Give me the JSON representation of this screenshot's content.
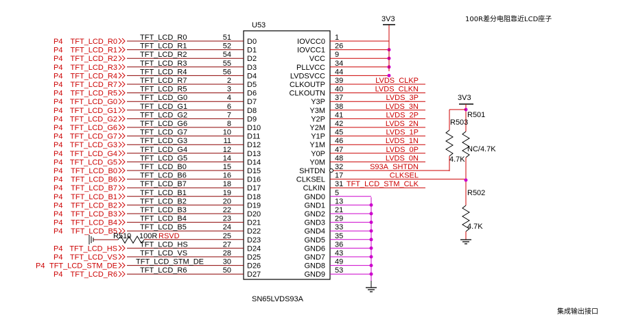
{
  "chip": {
    "ref": "U53",
    "part": "SN65LVDS93A",
    "left_pins": [
      {
        "num": "51",
        "name": "D0",
        "net": "TFT_LCD_R0",
        "port": "P4",
        "label": "TFT_LCD_R0"
      },
      {
        "num": "52",
        "name": "D1",
        "net": "TFT_LCD_R1",
        "port": "P4",
        "label": "TFT_LCD_R1"
      },
      {
        "num": "54",
        "name": "D2",
        "net": "TFT_LCD_R2",
        "port": "P4",
        "label": "TFT_LCD_R2"
      },
      {
        "num": "55",
        "name": "D3",
        "net": "TFT_LCD_R3",
        "port": "P4",
        "label": "TFT_LCD_R3"
      },
      {
        "num": "56",
        "name": "D4",
        "net": "TFT_LCD_R4",
        "port": "P4",
        "label": "TFT_LCD_R4"
      },
      {
        "num": "2",
        "name": "D5",
        "net": "TFT_LCD_R7",
        "port": "P4",
        "label": "TFT_LCD_R7"
      },
      {
        "num": "3",
        "name": "D6",
        "net": "TFT_LCD_R5",
        "port": "P4",
        "label": "TFT_LCD_R5"
      },
      {
        "num": "4",
        "name": "D7",
        "net": "TFT_LCD_G0",
        "port": "P4",
        "label": "TFT_LCD_G0"
      },
      {
        "num": "6",
        "name": "D8",
        "net": "TFT_LCD_G1",
        "port": "P4",
        "label": "TFT_LCD_G1"
      },
      {
        "num": "7",
        "name": "D9",
        "net": "TFT_LCD_G2",
        "port": "P4",
        "label": "TFT_LCD_G2"
      },
      {
        "num": "8",
        "name": "D10",
        "net": "TFT_LCD_G6",
        "port": "P4",
        "label": "TFT_LCD_G6"
      },
      {
        "num": "10",
        "name": "D11",
        "net": "TFT_LCD_G7",
        "port": "P4",
        "label": "TFT_LCD_G7"
      },
      {
        "num": "11",
        "name": "D12",
        "net": "TFT_LCD_G3",
        "port": "P4",
        "label": "TFT_LCD_G3"
      },
      {
        "num": "12",
        "name": "D13",
        "net": "TFT_LCD_G4",
        "port": "P4",
        "label": "TFT_LCD_G4"
      },
      {
        "num": "14",
        "name": "D14",
        "net": "TFT_LCD_G5",
        "port": "P4",
        "label": "TFT_LCD_G5"
      },
      {
        "num": "15",
        "name": "D15",
        "net": "TFT_LCD_B0",
        "port": "P4",
        "label": "TFT_LCD_B0"
      },
      {
        "num": "16",
        "name": "D16",
        "net": "TFT_LCD_B6",
        "port": "P4",
        "label": "TFT_LCD_B6"
      },
      {
        "num": "18",
        "name": "D17",
        "net": "TFT_LCD_B7",
        "port": "P4",
        "label": "TFT_LCD_B7"
      },
      {
        "num": "19",
        "name": "D18",
        "net": "TFT_LCD_B1",
        "port": "P4",
        "label": "TFT_LCD_B1"
      },
      {
        "num": "20",
        "name": "D19",
        "net": "TFT_LCD_B2",
        "port": "P4",
        "label": "TFT_LCD_B2"
      },
      {
        "num": "22",
        "name": "D20",
        "net": "TFT_LCD_B3",
        "port": "P4",
        "label": "TFT_LCD_B3"
      },
      {
        "num": "23",
        "name": "D21",
        "net": "TFT_LCD_B4",
        "port": "P4",
        "label": "TFT_LCD_B4"
      },
      {
        "num": "24",
        "name": "D22",
        "net": "TFT_LCD_B5",
        "port": "P4",
        "label": "TFT_LCD_B5"
      },
      {
        "num": "25",
        "name": "D23",
        "net": "RSVD",
        "port": "",
        "label": ""
      },
      {
        "num": "27",
        "name": "D24",
        "net": "TFT_LCD_HS",
        "port": "P4",
        "label": "TFT_LCD_HS"
      },
      {
        "num": "28",
        "name": "D25",
        "net": "TFT_LCD_VS",
        "port": "P4",
        "label": "TFT_LCD_VS"
      },
      {
        "num": "30",
        "name": "D26",
        "net": "TFT_LCD_STM_DE",
        "port": "P4",
        "label": "TFT_LCD_STM_DE"
      },
      {
        "num": "50",
        "name": "D27",
        "net": "TFT_LCD_R6",
        "port": "P4",
        "label": "TFT_LCD_R6"
      }
    ],
    "right_pins": [
      {
        "num": "1",
        "name": "IOVCC0",
        "net": ""
      },
      {
        "num": "26",
        "name": "IOVCC1",
        "net": ""
      },
      {
        "num": "9",
        "name": "VCC",
        "net": ""
      },
      {
        "num": "34",
        "name": "PLLVCC",
        "net": ""
      },
      {
        "num": "44",
        "name": "LVDSVCC",
        "net": ""
      },
      {
        "num": "39",
        "name": "CLKOUTP",
        "net": "LVDS_CLKP"
      },
      {
        "num": "40",
        "name": "CLKOUTN",
        "net": "LVDS_CLKN"
      },
      {
        "num": "37",
        "name": "Y3P",
        "net": "LVDS_3P"
      },
      {
        "num": "38",
        "name": "Y3M",
        "net": "LVDS_3N"
      },
      {
        "num": "41",
        "name": "Y2P",
        "net": "LVDS_2P"
      },
      {
        "num": "42",
        "name": "Y2M",
        "net": "LVDS_2N"
      },
      {
        "num": "45",
        "name": "Y1P",
        "net": "LVDS_1P"
      },
      {
        "num": "46",
        "name": "Y1M",
        "net": "LVDS_1N"
      },
      {
        "num": "47",
        "name": "Y0P",
        "net": "LVDS_0P"
      },
      {
        "num": "48",
        "name": "Y0M",
        "net": "LVDS_0N"
      },
      {
        "num": "32",
        "name": "SHTDN",
        "net": "S93A_SHTDN"
      },
      {
        "num": "17",
        "name": "CLKSEL",
        "net": "CLKSEL"
      },
      {
        "num": "31",
        "name": "CLKIN",
        "net": "TFT_LCD_STM_CLK"
      },
      {
        "num": "5",
        "name": "GND0",
        "net": ""
      },
      {
        "num": "13",
        "name": "GND1",
        "net": ""
      },
      {
        "num": "21",
        "name": "GND2",
        "net": ""
      },
      {
        "num": "29",
        "name": "GND3",
        "net": ""
      },
      {
        "num": "33",
        "name": "GND4",
        "net": ""
      },
      {
        "num": "35",
        "name": "GND5",
        "net": ""
      },
      {
        "num": "36",
        "name": "GND6",
        "net": ""
      },
      {
        "num": "43",
        "name": "GND7",
        "net": ""
      },
      {
        "num": "49",
        "name": "GND8",
        "net": ""
      },
      {
        "num": "53",
        "name": "GND9",
        "net": ""
      }
    ]
  },
  "power": {
    "supply_top": "3V3",
    "supply_right": "3V3"
  },
  "resistors": {
    "r510_ref": "R510",
    "r510_value": "100R",
    "r501_ref": "R501",
    "r501_value": "NC/4.7K",
    "r503_ref": "R503",
    "r503_value": "4.7K",
    "r502_ref": "R502",
    "r502_value": "4.7K"
  },
  "notes": {
    "top_right": "100R差分电阻靠近LCD座子",
    "bottom_right": "集成输出接口"
  },
  "colors": {
    "net_red": "#cc0000",
    "wire_dark": "#8b0000",
    "magenta": "#cc00cc",
    "line": "#000000"
  }
}
